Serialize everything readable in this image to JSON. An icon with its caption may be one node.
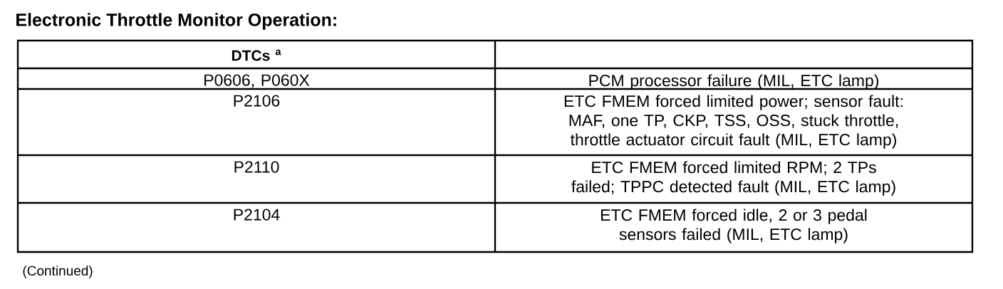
{
  "diagram": {
    "title": "Electronic Throttle Monitor Operation:",
    "labels": [
      "DTCs $^{a}$",
      "P0606, P060X",
      "PCM processor failure (MIL, ETC lamp)",
      "P2106",
      "ETC FMEM  forced limited power; sensor fault: MAF, one TP, CKP, TSS, OSS, stuck throttle, throttle actuator circuit fault (MIL, ETC lamp)",
      "P2110",
      "ETC FMEM  forced limited RPM; 2 TPs failed; TPPC detected fault (MIL, ETC lamp)",
      "P2104",
      "ETC FMEM  forced idle, 2 or 3 pedal sensors failed (MIL, ETC lamp)",
      "(Continued)"
    ]
  }
}
